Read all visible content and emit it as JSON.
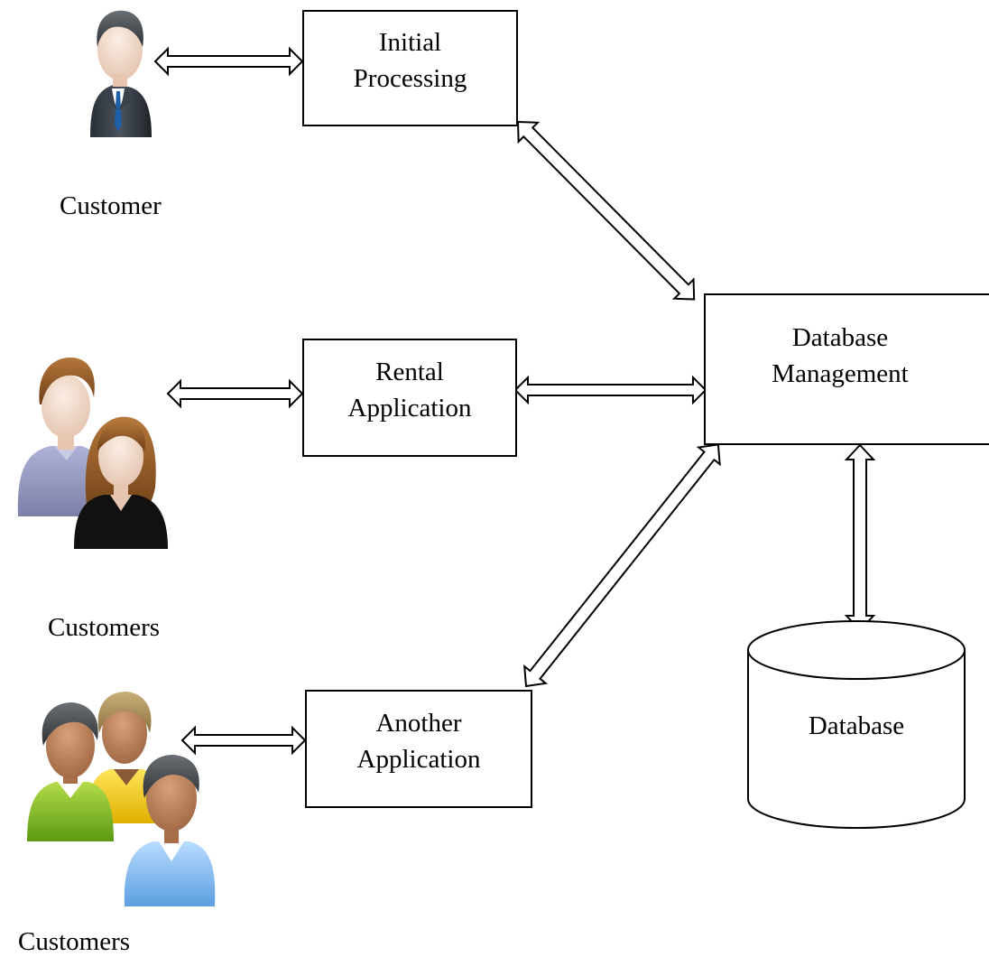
{
  "diagram": {
    "processes": {
      "initial": {
        "line1": "Initial",
        "line2": "Processing"
      },
      "rental": {
        "line1": "Rental",
        "line2": "Application"
      },
      "another": {
        "line1": "Another",
        "line2": "Application"
      },
      "database_management": {
        "line1": "Database",
        "line2": "Management"
      }
    },
    "database_label": "Database",
    "actors": {
      "customer_single": "Customer",
      "customers_pair": "Customers",
      "customers_group": "Customers"
    },
    "icons": {
      "actor_1": "businessman-icon",
      "actor_2": "man-woman-users-icon",
      "actor_3": "three-users-group-icon"
    },
    "connections": [
      {
        "from": "Customer",
        "to": "Initial Processing",
        "direction": "bidirectional"
      },
      {
        "from": "Customers",
        "to": "Rental Application",
        "direction": "bidirectional"
      },
      {
        "from": "Customers",
        "to": "Another Application",
        "direction": "bidirectional"
      },
      {
        "from": "Initial Processing",
        "to": "Database Management",
        "direction": "bidirectional"
      },
      {
        "from": "Rental Application",
        "to": "Database Management",
        "direction": "bidirectional"
      },
      {
        "from": "Another Application",
        "to": "Database Management",
        "direction": "bidirectional"
      },
      {
        "from": "Database Management",
        "to": "Database",
        "direction": "bidirectional"
      }
    ]
  }
}
